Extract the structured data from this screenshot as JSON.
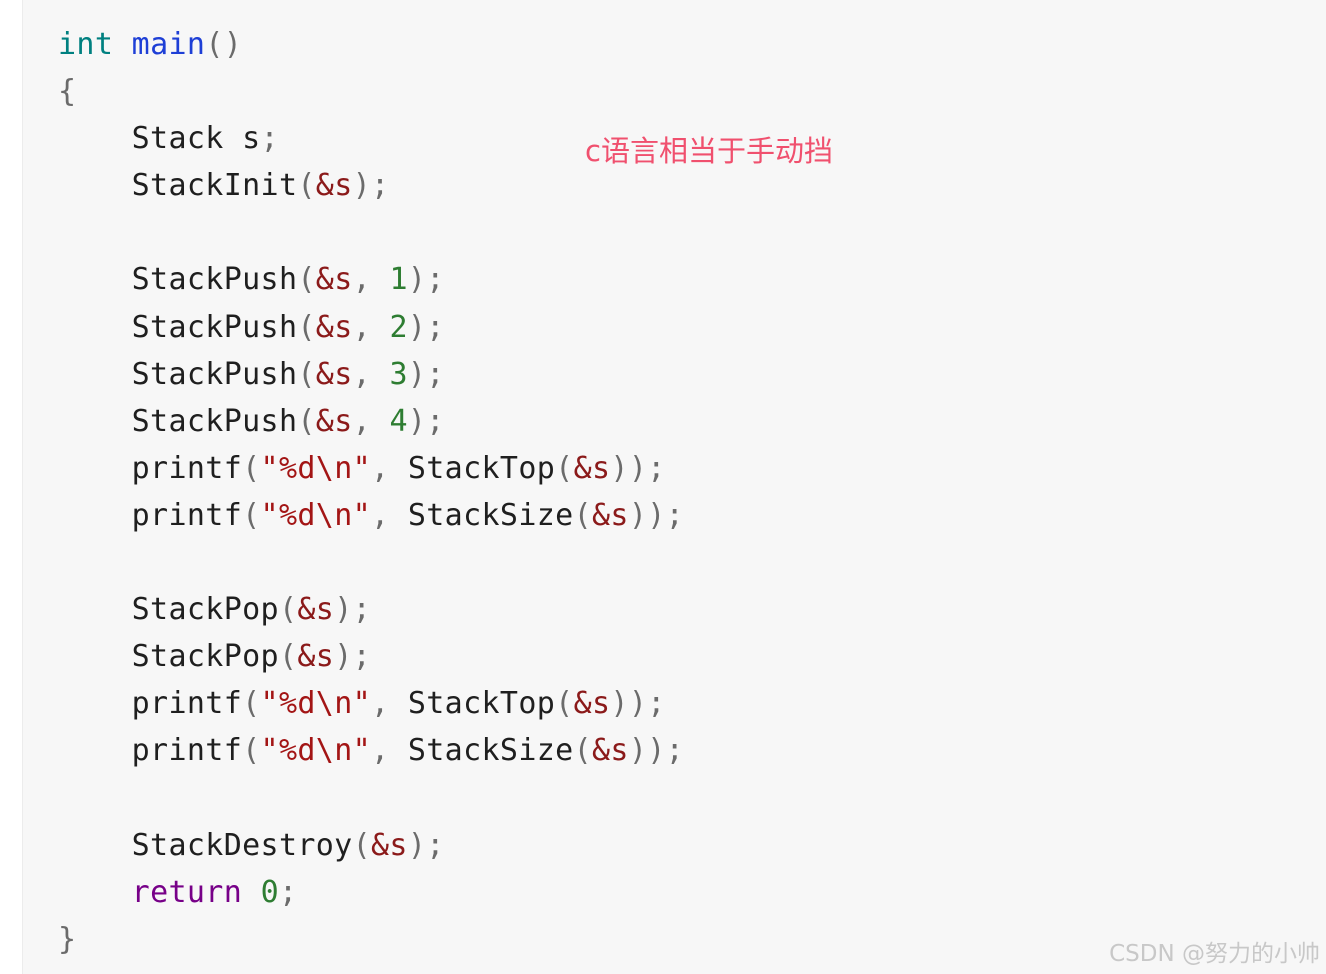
{
  "code": {
    "lines": [
      [
        {
          "t": "int",
          "c": "type"
        },
        {
          "t": " ",
          "c": "ident"
        },
        {
          "t": "main",
          "c": "func"
        },
        {
          "t": "()",
          "c": "punc"
        }
      ],
      [
        {
          "t": "{",
          "c": "punc"
        }
      ],
      [
        {
          "t": "    Stack s",
          "c": "ident"
        },
        {
          "t": ";",
          "c": "punc"
        }
      ],
      [
        {
          "t": "    StackInit",
          "c": "ident"
        },
        {
          "t": "(",
          "c": "punc"
        },
        {
          "t": "&s",
          "c": "amp"
        },
        {
          "t": ");",
          "c": "punc"
        }
      ],
      [],
      [
        {
          "t": "    StackPush",
          "c": "ident"
        },
        {
          "t": "(",
          "c": "punc"
        },
        {
          "t": "&s",
          "c": "amp"
        },
        {
          "t": ", ",
          "c": "punc"
        },
        {
          "t": "1",
          "c": "num"
        },
        {
          "t": ");",
          "c": "punc"
        }
      ],
      [
        {
          "t": "    StackPush",
          "c": "ident"
        },
        {
          "t": "(",
          "c": "punc"
        },
        {
          "t": "&s",
          "c": "amp"
        },
        {
          "t": ", ",
          "c": "punc"
        },
        {
          "t": "2",
          "c": "num"
        },
        {
          "t": ");",
          "c": "punc"
        }
      ],
      [
        {
          "t": "    StackPush",
          "c": "ident"
        },
        {
          "t": "(",
          "c": "punc"
        },
        {
          "t": "&s",
          "c": "amp"
        },
        {
          "t": ", ",
          "c": "punc"
        },
        {
          "t": "3",
          "c": "num"
        },
        {
          "t": ");",
          "c": "punc"
        }
      ],
      [
        {
          "t": "    StackPush",
          "c": "ident"
        },
        {
          "t": "(",
          "c": "punc"
        },
        {
          "t": "&s",
          "c": "amp"
        },
        {
          "t": ", ",
          "c": "punc"
        },
        {
          "t": "4",
          "c": "num"
        },
        {
          "t": ");",
          "c": "punc"
        }
      ],
      [
        {
          "t": "    printf",
          "c": "ident"
        },
        {
          "t": "(",
          "c": "punc"
        },
        {
          "t": "\"%d\\n\"",
          "c": "str"
        },
        {
          "t": ", ",
          "c": "punc"
        },
        {
          "t": "StackTop",
          "c": "ident"
        },
        {
          "t": "(",
          "c": "punc"
        },
        {
          "t": "&s",
          "c": "amp"
        },
        {
          "t": "));",
          "c": "punc"
        }
      ],
      [
        {
          "t": "    printf",
          "c": "ident"
        },
        {
          "t": "(",
          "c": "punc"
        },
        {
          "t": "\"%d\\n\"",
          "c": "str"
        },
        {
          "t": ", ",
          "c": "punc"
        },
        {
          "t": "StackSize",
          "c": "ident"
        },
        {
          "t": "(",
          "c": "punc"
        },
        {
          "t": "&s",
          "c": "amp"
        },
        {
          "t": "));",
          "c": "punc"
        }
      ],
      [],
      [
        {
          "t": "    StackPop",
          "c": "ident"
        },
        {
          "t": "(",
          "c": "punc"
        },
        {
          "t": "&s",
          "c": "amp"
        },
        {
          "t": ");",
          "c": "punc"
        }
      ],
      [
        {
          "t": "    StackPop",
          "c": "ident"
        },
        {
          "t": "(",
          "c": "punc"
        },
        {
          "t": "&s",
          "c": "amp"
        },
        {
          "t": ");",
          "c": "punc"
        }
      ],
      [
        {
          "t": "    printf",
          "c": "ident"
        },
        {
          "t": "(",
          "c": "punc"
        },
        {
          "t": "\"%d\\n\"",
          "c": "str"
        },
        {
          "t": ", ",
          "c": "punc"
        },
        {
          "t": "StackTop",
          "c": "ident"
        },
        {
          "t": "(",
          "c": "punc"
        },
        {
          "t": "&s",
          "c": "amp"
        },
        {
          "t": "));",
          "c": "punc"
        }
      ],
      [
        {
          "t": "    printf",
          "c": "ident"
        },
        {
          "t": "(",
          "c": "punc"
        },
        {
          "t": "\"%d\\n\"",
          "c": "str"
        },
        {
          "t": ", ",
          "c": "punc"
        },
        {
          "t": "StackSize",
          "c": "ident"
        },
        {
          "t": "(",
          "c": "punc"
        },
        {
          "t": "&s",
          "c": "amp"
        },
        {
          "t": "));",
          "c": "punc"
        }
      ],
      [],
      [
        {
          "t": "    StackDestroy",
          "c": "ident"
        },
        {
          "t": "(",
          "c": "punc"
        },
        {
          "t": "&s",
          "c": "amp"
        },
        {
          "t": ");",
          "c": "punc"
        }
      ],
      [
        {
          "t": "    ",
          "c": "ident"
        },
        {
          "t": "return",
          "c": "kw"
        },
        {
          "t": " ",
          "c": "ident"
        },
        {
          "t": "0",
          "c": "num"
        },
        {
          "t": ";",
          "c": "punc"
        }
      ],
      [
        {
          "t": "}",
          "c": "punc"
        }
      ]
    ]
  },
  "annotation": {
    "text": "c语言相当于手动挡",
    "color": "#f0506e"
  },
  "watermark": {
    "text": "CSDN @努力的小帅"
  },
  "colors": {
    "code_background": "#f7f7f7",
    "type": "#008080",
    "function": "#1e3fd6",
    "keyword": "#770088",
    "string": "#a31515",
    "number": "#2e7d32",
    "address_of": "#8b1a1a"
  }
}
